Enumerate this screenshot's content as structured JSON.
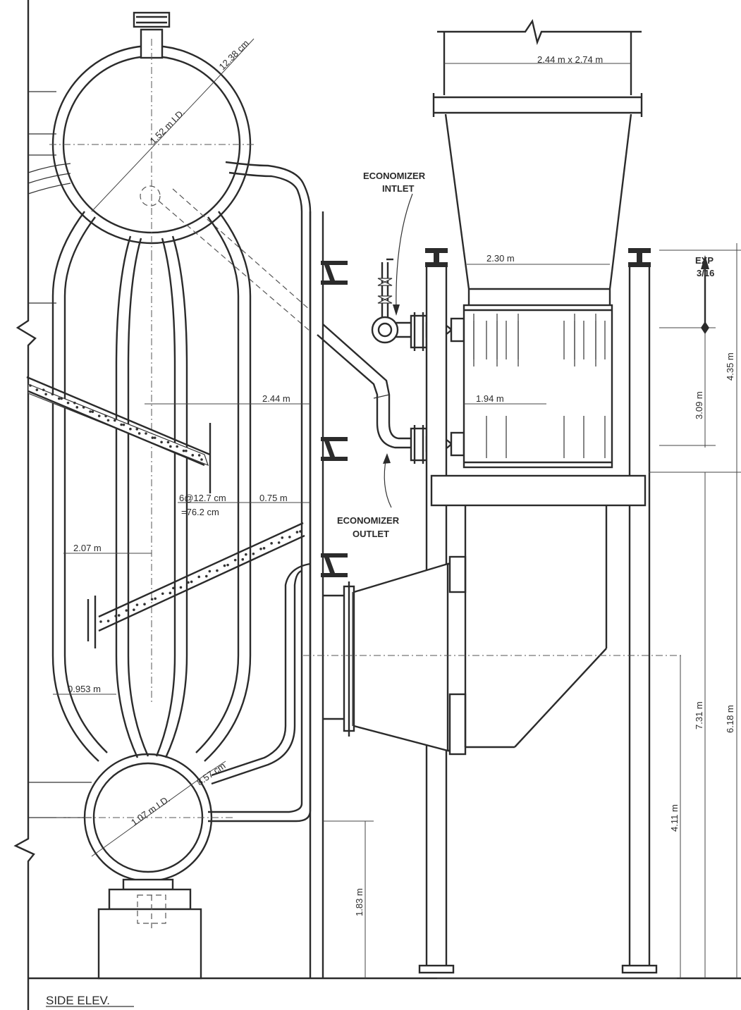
{
  "title": "SIDE ELEV.",
  "labels": {
    "economizer_inlet_line1": "ECONOMIZER",
    "economizer_inlet_line2": "INTLET",
    "economizer_outlet_line1": "ECONOMIZER",
    "economizer_outlet_line2": "OUTLET",
    "exp_line1": "EXP",
    "exp_line2": "3/16"
  },
  "dimensions": {
    "stack_size": "2.44 m x 2.74 m",
    "upper_drum_thickness": "12.38 cm",
    "upper_drum_id": "1.52 m I.D.",
    "hopper_width": "2.30 m",
    "span_244": "2.44 m",
    "span_194": "1.94 m",
    "tubes_spacing_1": "6@12.7 cm",
    "tubes_spacing_2": "=76.2 cm",
    "span_075": "0.75 m",
    "span_207": "2.07 m",
    "span_0953": "0.953 m",
    "lower_drum_id": "1.07 m I.D.",
    "lower_drum_thickness": "8.57 cm",
    "height_309": "3.09 m",
    "height_435": "4.35 m",
    "height_731": "7.31 m",
    "height_618": "6.18 m",
    "height_411": "4.11 m",
    "height_183": "1.83 m"
  }
}
